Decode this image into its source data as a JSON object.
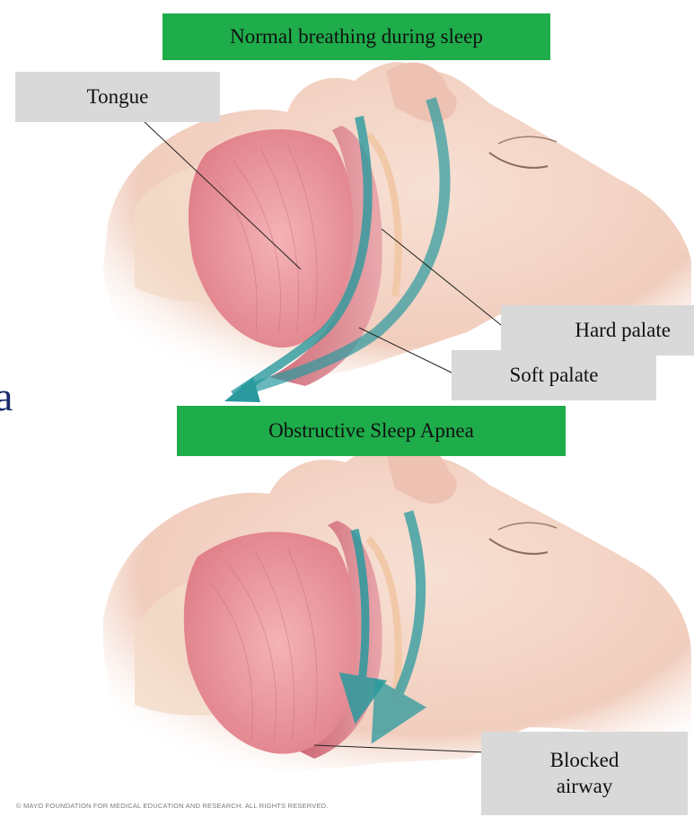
{
  "top_panel": {
    "title": "Normal breathing during sleep",
    "labels": {
      "tongue": "Tongue",
      "hard_palate": "Hard palate",
      "soft_palate": "Soft palate"
    }
  },
  "bottom_panel": {
    "title": "Obstructive Sleep Apnea",
    "labels": {
      "blocked_airway_line1": "Blocked",
      "blocked_airway_line2": "airway"
    }
  },
  "edge_glyph": "a",
  "copyright": "© MAYO FOUNDATION FOR MEDICAL EDUCATION AND RESEARCH. ALL RIGHTS RESERVED.",
  "colors": {
    "title_bg": "#1fac4b",
    "label_bg": "#d9d9d9",
    "airflow_arrow": "#2a9a9e",
    "skin": "#f3d2c3",
    "tongue": "#e98e97"
  }
}
